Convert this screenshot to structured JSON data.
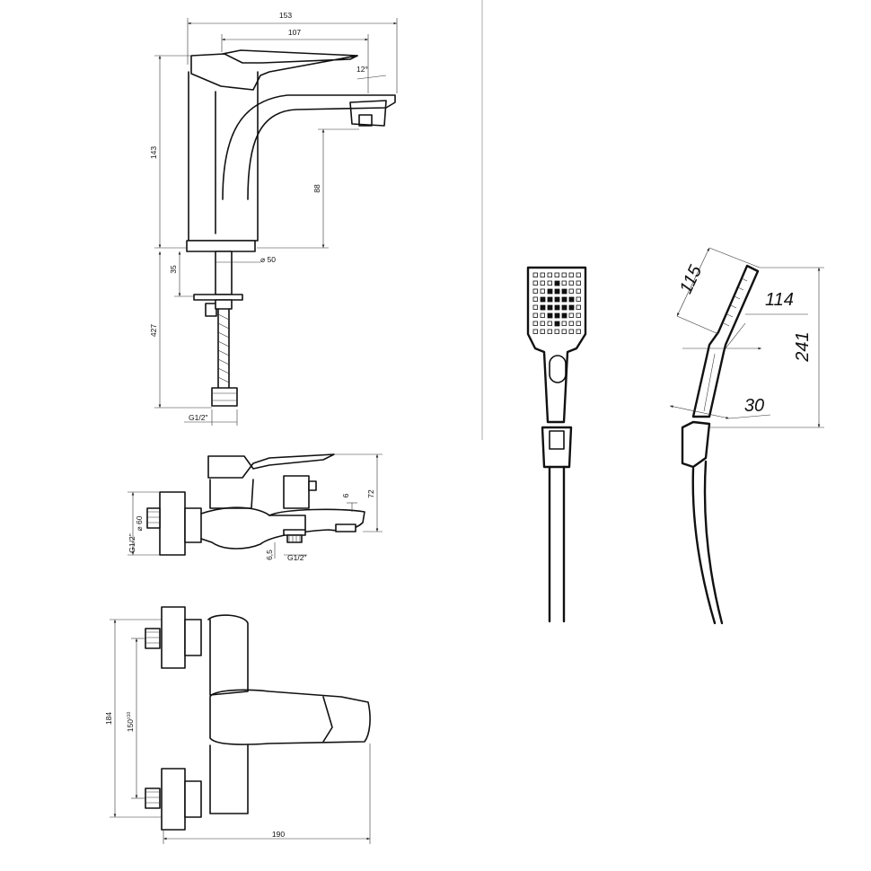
{
  "basin_mixer": {
    "dims": {
      "width_total": "153",
      "width_spout": "107",
      "angle": "12°",
      "height_total": "143",
      "spout_height": "88",
      "base_diameter": "⌀ 50",
      "shank": "35",
      "hose": "427",
      "thread": "G1/2\""
    }
  },
  "bath_mixer_side": {
    "dims": {
      "height": "72",
      "spout_lip": "6",
      "diameter": "⌀ 60",
      "thread_left": "G1/2\"",
      "outlet_height": "6,5",
      "outlet_thread": "G1/2\""
    }
  },
  "bath_mixer_top": {
    "dims": {
      "height": "184",
      "centers": "150",
      "centers_tolerance": "±10",
      "width": "190"
    }
  },
  "hand_shower": {
    "dims": {
      "head_length": "115",
      "head_width": "114",
      "total_length": "241",
      "handle": "30"
    }
  }
}
